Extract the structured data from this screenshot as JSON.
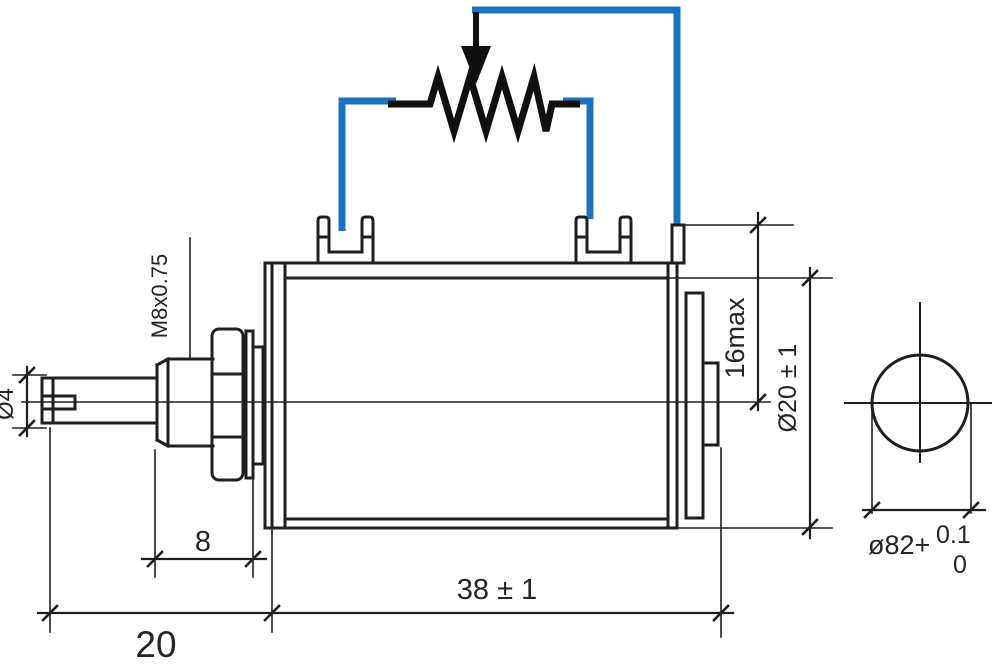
{
  "colors": {
    "wire_blue": "#1a73be",
    "line_dark": "#1f1f1f",
    "schematic_black": "#101010"
  },
  "schematic": {
    "component": "potentiometer-symbol"
  },
  "dimensions": {
    "shaft_diameter": "Ø4",
    "bushing_thread": "M8x0.75",
    "terminal_height": "16max",
    "body_diameter": "Ø20 ± 1",
    "bushing_length": "8",
    "body_length": "38 ± 1",
    "front_length": "20",
    "panel_hole": {
      "prefix": "ø82+",
      "tol_upper": "0.1",
      "tol_lower": "0"
    }
  }
}
